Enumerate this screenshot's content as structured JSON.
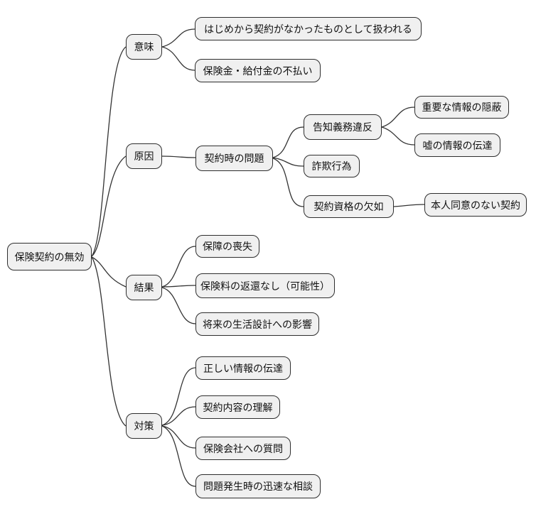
{
  "mindmap": {
    "root": {
      "label": "保険契約の無効"
    },
    "branches": [
      {
        "label": "意味",
        "children": [
          {
            "label": "はじめから契約がなかったものとして扱われる"
          },
          {
            "label": "保険金・給付金の不払い"
          }
        ]
      },
      {
        "label": "原因",
        "children": [
          {
            "label": "契約時の問題",
            "children": [
              {
                "label": "告知義務違反",
                "children": [
                  {
                    "label": "重要な情報の隠蔽"
                  },
                  {
                    "label": "嘘の情報の伝達"
                  }
                ]
              },
              {
                "label": "詐欺行為"
              },
              {
                "label": "契約資格の欠如",
                "children": [
                  {
                    "label": "本人同意のない契約"
                  }
                ]
              }
            ]
          }
        ]
      },
      {
        "label": "結果",
        "children": [
          {
            "label": "保障の喪失"
          },
          {
            "label": "保険料の返還なし（可能性）"
          },
          {
            "label": "将来の生活設計への影響"
          }
        ]
      },
      {
        "label": "対策",
        "children": [
          {
            "label": "正しい情報の伝達"
          },
          {
            "label": "契約内容の理解"
          },
          {
            "label": "保険会社への質問"
          },
          {
            "label": "問題発生時の迅速な相談"
          }
        ]
      }
    ],
    "colors": {
      "node_fill": "#f0f0f0",
      "node_border": "#2e2e2e",
      "edge": "#333333",
      "text": "#111111",
      "background": "#ffffff"
    }
  }
}
